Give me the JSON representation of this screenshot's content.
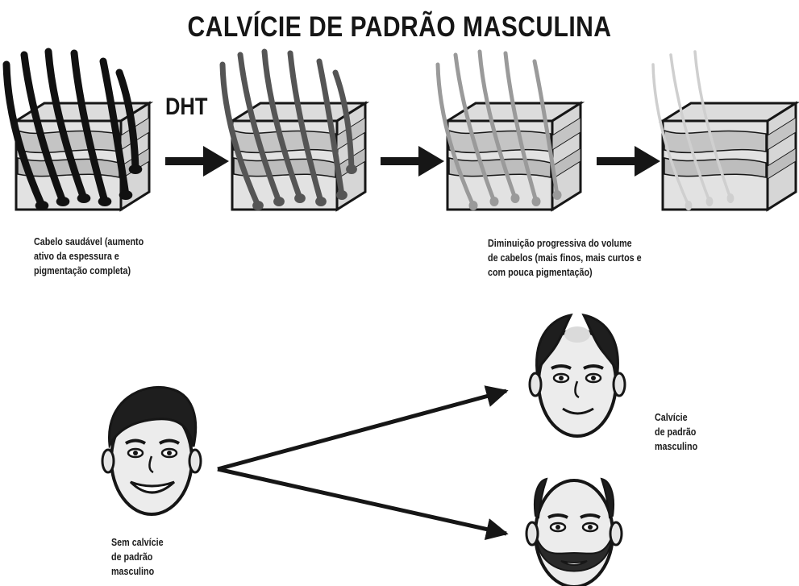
{
  "title": "CALVÍCIE DE PADRÃO MASCULINA",
  "dht_label": "DHT",
  "captions": {
    "healthy": [
      "Cabelo saudável (aumento",
      "ativo da espessura e",
      "pigmentação completa)"
    ],
    "progressive": [
      "Diminuição progressiva do volume",
      "de cabelos (mais finos, mais curtos e",
      "com pouca pigmentação)"
    ],
    "no_baldness": [
      "Sem calvície",
      "de padrão",
      "masculino"
    ],
    "baldness": [
      "Calvície",
      "de padrão",
      "masculino"
    ]
  },
  "colors": {
    "ink": "#161616",
    "hair_stage": [
      "#111111",
      "#555555",
      "#9a9a9a",
      "#cfcfcf"
    ],
    "skin_top": "#dcdcdc",
    "skin_layers": [
      "#c4c4c4",
      "#d6d6d6",
      "#bdbdbd",
      "#e2e2e2"
    ]
  }
}
